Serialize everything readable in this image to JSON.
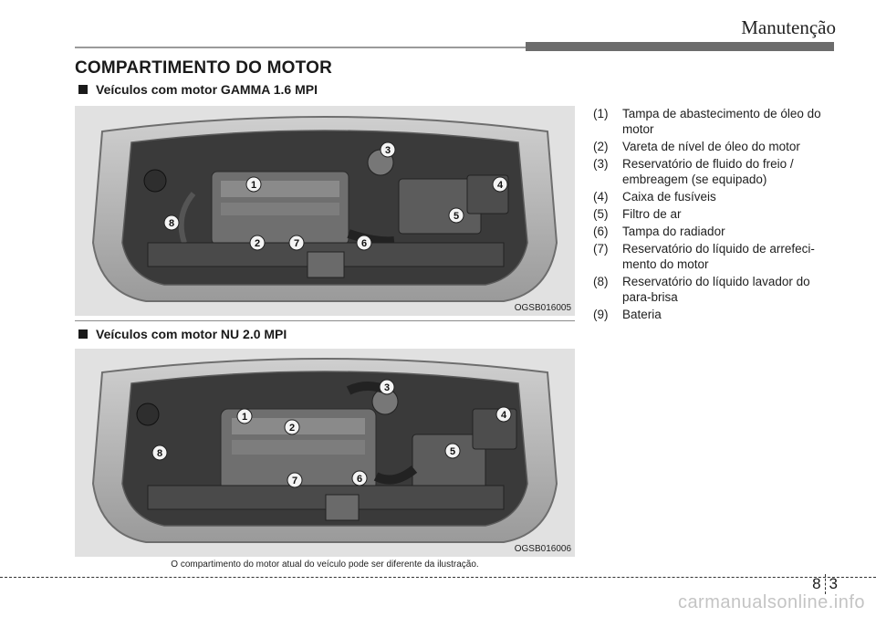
{
  "header": {
    "chapter": "Manutenção"
  },
  "section": {
    "title": "COMPARTIMENTO DO MOTOR"
  },
  "figures": [
    {
      "subtitle": "Veículos com motor GAMMA 1.6 MPI",
      "code": "OGSB016005",
      "callouts": [
        "1",
        "2",
        "3",
        "4",
        "5",
        "6",
        "7",
        "8"
      ]
    },
    {
      "subtitle": "Veículos com motor NU 2.0 MPI",
      "code": "OGSB016006",
      "callouts": [
        "1",
        "2",
        "3",
        "4",
        "5",
        "6",
        "7",
        "8"
      ]
    }
  ],
  "caption": "O compartimento do motor atual do veículo pode ser diferente da ilustração.",
  "legend": [
    {
      "num": "(1)",
      "text": "Tampa de abastecimento de óleo do motor"
    },
    {
      "num": "(2)",
      "text": "Vareta de nível de óleo do motor"
    },
    {
      "num": "(3)",
      "text": "Reservatório de fluido do freio / embreagem (se equipado)"
    },
    {
      "num": "(4)",
      "text": "Caixa de fusíveis"
    },
    {
      "num": "(5)",
      "text": "Filtro de ar"
    },
    {
      "num": "(6)",
      "text": "Tampa do radiador"
    },
    {
      "num": "(7)",
      "text": "Reservatório do líquido de arrefeci-mento do motor"
    },
    {
      "num": "(8)",
      "text": "Reservatório do líquido lavador do para-brisa"
    },
    {
      "num": "(9)",
      "text": "Bateria"
    }
  ],
  "page": {
    "chapter_no": "8",
    "page_no": "3"
  },
  "watermark": "carmanualsonline.info"
}
